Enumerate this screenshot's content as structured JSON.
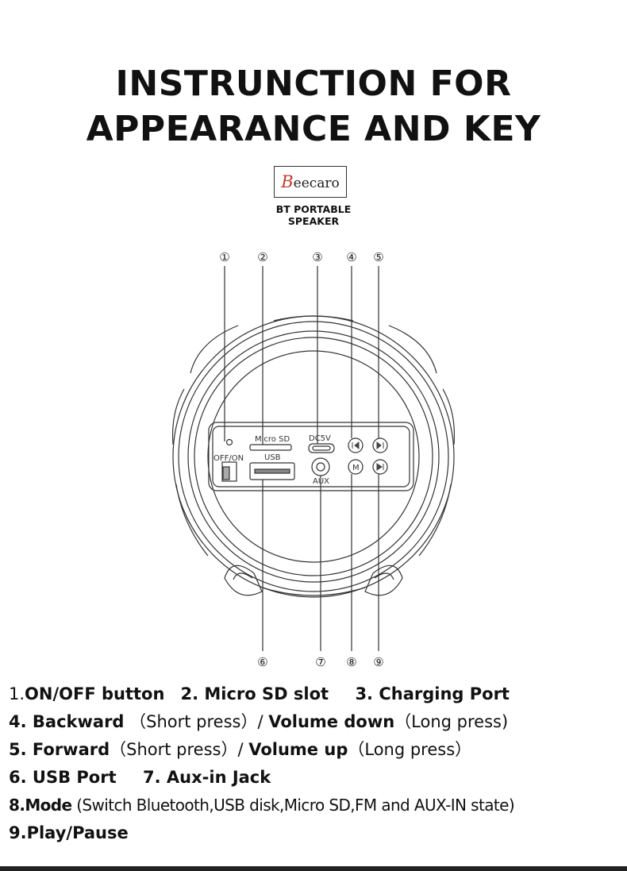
{
  "title": {
    "line1": "INSTRUNCTION FOR",
    "line2": "APPEARANCE AND KEY"
  },
  "logo": {
    "first_letter": "B",
    "rest": "eecaro"
  },
  "subtitle": "BT PORTABLE\nSPEAKER",
  "callouts": [
    "①",
    "②",
    "③",
    "④",
    "⑤",
    "⑥",
    "⑦",
    "⑧",
    "⑨"
  ],
  "panel_labels": {
    "micro_sd": "Micro SD",
    "dc5v": "DC5V",
    "off_on": "OFF/ON",
    "usb": "USB",
    "aux": "AUX",
    "mode": "M"
  },
  "legend": {
    "row1": {
      "a_num": "1.",
      "a_bold": "ON/OFF button",
      "b_bold": "2. Micro SD slot",
      "c_bold": "3. Charging Port"
    },
    "row2": {
      "a_bold": "4. Backward",
      "a_text": "（Short press）/",
      "b_bold": "Volume down",
      "b_text": "（Long press)"
    },
    "row3": {
      "a_bold": "5. Forward",
      "a_text": "（Short press）/",
      "b_bold": "Volume up",
      "b_text": "（Long press）"
    },
    "row4": {
      "a_bold": "6. USB Port",
      "b_bold": "7. Aux-in Jack"
    },
    "row5": {
      "a_bold": "8.Mode",
      "a_text": "(Switch Bluetooth,USB disk,Micro SD,FM and AUX-IN state)"
    },
    "row6": {
      "a_bold": "9.Play/Pause"
    }
  }
}
